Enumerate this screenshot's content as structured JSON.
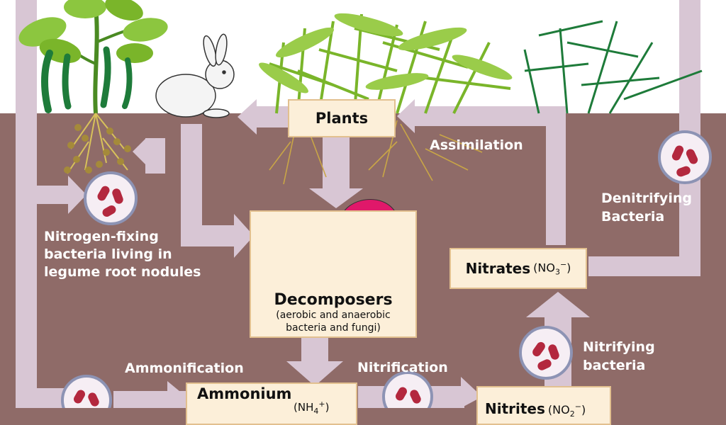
{
  "boxes": {
    "plants": "Plants",
    "decomposers_title": "Decomposers",
    "decomposers_sub1": "(aerobic and anaerobic",
    "decomposers_sub2": "bacteria and fungi)",
    "nitrates": "Nitrates",
    "nitrates_formula": "(NO",
    "nitrates_sub": "3",
    "nitrates_sup": "−",
    "nitrates_close": ")",
    "ammonium": "Ammonium",
    "ammonium_formula": "(NH",
    "ammonium_sub": "4",
    "ammonium_sup": "+",
    "ammonium_close": ")",
    "nitrites": "Nitrites",
    "nitrites_formula": "(NO",
    "nitrites_sub": "2",
    "nitrites_sup": "−",
    "nitrites_close": ")"
  },
  "labels": {
    "assimilation": "Assimilation",
    "denitrifying_1": "Denitrifying",
    "denitrifying_2": "Bacteria",
    "nitrogen_fixing_1": "Nitrogen-fixing",
    "nitrogen_fixing_2": "bacteria living in",
    "nitrogen_fixing_3": "legume root nodules",
    "nitrifying_1": "Nitrifying",
    "nitrifying_2": "bacteria",
    "ammonification": "Ammonification",
    "nitrification": "Nitrification"
  },
  "colors": {
    "soil": "#8f6b68",
    "sky": "#ffffff",
    "arrow": "#d8c6d4",
    "box_fill": "#fcefd9",
    "box_border": "#e2c08f",
    "bacteria_circle": "#f6eef4",
    "bacteria_ring": "#8d93b4",
    "bacteria": "#b3283e",
    "mushroom_cap": "#e0186a",
    "plant_green": "#7ab52a",
    "root_tan": "#c9a646"
  }
}
